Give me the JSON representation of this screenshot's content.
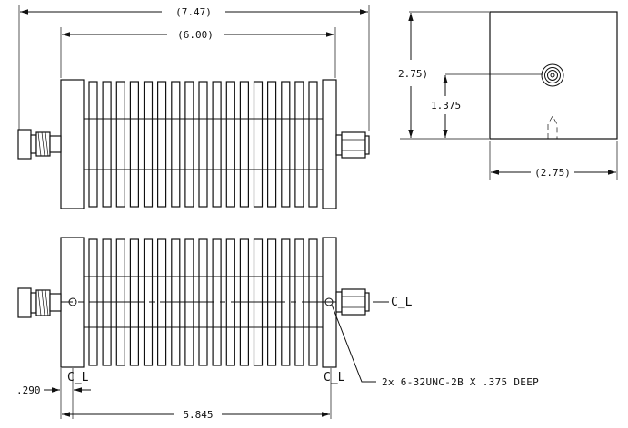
{
  "dimensions": {
    "overall_length": "(7.47)",
    "body_length": "(6.00)",
    "height": "2.75)",
    "connector_center": "1.375",
    "width": "(2.75)",
    "mount_offset": ".290",
    "hole_spacing": "5.845"
  },
  "centerline_symbol": "C̲L",
  "callout": {
    "note": "2x 6-32UNC-2B X .375 DEEP"
  },
  "views": {
    "fin_count": 17
  }
}
